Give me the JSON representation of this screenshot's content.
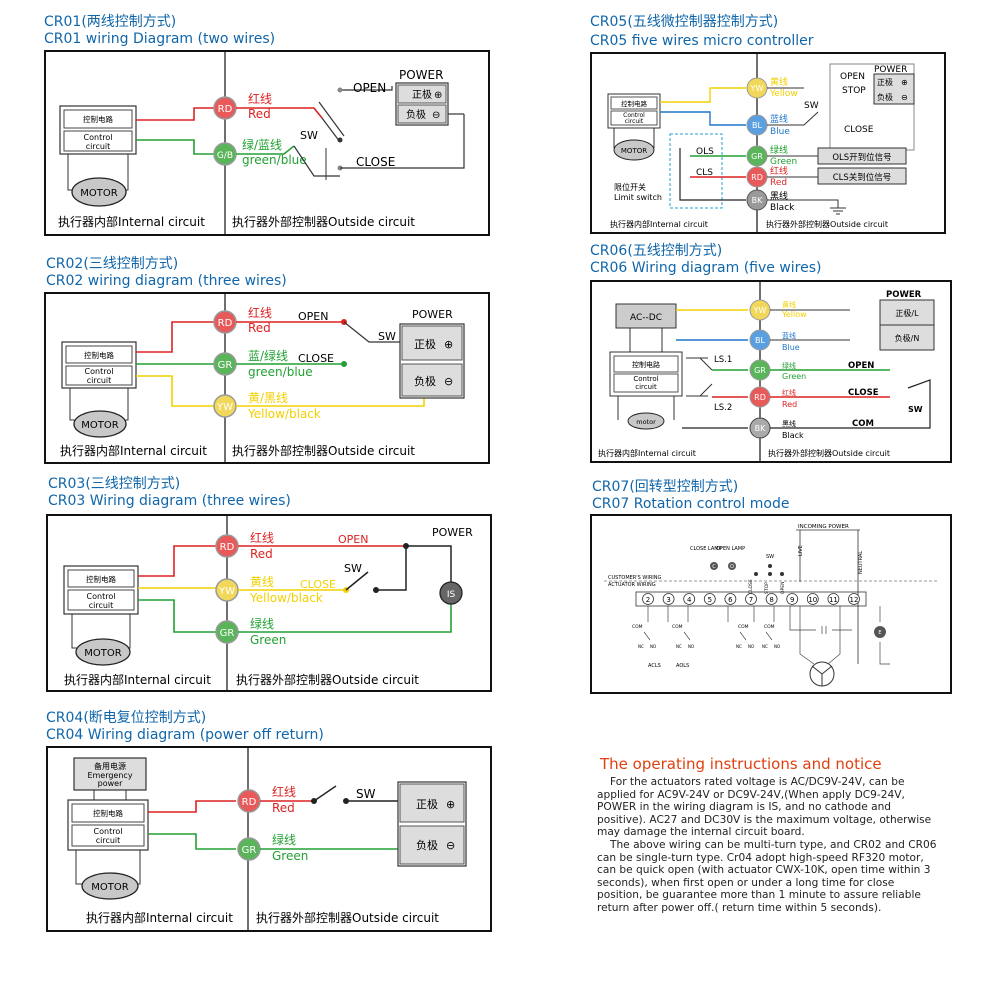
{
  "common": {
    "control_cn": "控制电路",
    "control_en_1": "Control",
    "control_en_2": "circuit",
    "motor_upper": "MOTOR",
    "motor_lower": "motor",
    "internal_cn": "执行器内部",
    "internal_en": "Internal circuit",
    "outside_cn": "执行器外部控制器",
    "outside_en": "Outside circuit",
    "internal_full": "执行器内部Internal circuit",
    "outside_full": "执行器外部控制器Outside circuit",
    "positive": "正极",
    "negative": "负极",
    "power": "POWER",
    "open": "OPEN",
    "close": "CLOSE",
    "sw": "SW",
    "rd": "RD",
    "gr": "GR",
    "yw": "YW",
    "bl": "BL",
    "bk": "BK",
    "gb": "G/B",
    "is": "IS"
  },
  "colors": {
    "title_blue": "#1166aa",
    "red": "#dd2222",
    "green": "#22a033",
    "yellow": "#f2d000",
    "blue": "#2277cc",
    "notice": "#e04010"
  },
  "cr01": {
    "title_cn": "CR01(两线控制方式)",
    "title_en": "CR01 wiring Diagram (two wires)",
    "red_cn": "红线",
    "red_en": "Red",
    "gb_cn": "绿/蓝线",
    "gb_en": "green/blue"
  },
  "cr02": {
    "title_cn": "CR02(三线控制方式)",
    "title_en": "CR02 wiring diagram (three wires)",
    "red_cn": "红线",
    "red_en": "Red",
    "gb_cn": "蓝/绿线",
    "gb_en": "green/blue",
    "yb_cn": "黄/黑线",
    "yb_en": "Yellow/black"
  },
  "cr03": {
    "title_cn": "CR03(三线控制方式)",
    "title_en": "CR03 Wiring diagram (three wires)",
    "red_cn": "红线",
    "red_en": "Red",
    "yb_cn": "黄线",
    "yb_en": "Yellow/black",
    "green_cn": "绿线",
    "green_en": "Green"
  },
  "cr04": {
    "title_cn": "CR04(断电复位控制方式)",
    "title_en": "CR04 Wiring diagram (power off return)",
    "emerg_cn": "备用电源",
    "emerg_en1": "Emergency",
    "emerg_en2": "power",
    "red_cn": "红线",
    "red_en": "Red",
    "green_cn": "绿线",
    "green_en": "Green"
  },
  "cr05": {
    "title_cn": "CR05(五线微控制器控制方式)",
    "title_en": "CR05 five wires micro controller",
    "y_cn": "黄线",
    "y_en": "Yellow",
    "b_cn": "蓝线",
    "b_en": "Blue",
    "g_cn": "绿线",
    "g_en": "Green",
    "r_cn": "红线",
    "r_en": "Red",
    "k_cn": "黑线",
    "k_en": "Black",
    "stop": "STOP",
    "ols": "OLS",
    "cls": "CLS",
    "ols_sig": "OLS开到位信号",
    "cls_sig": "CLS关到位信号",
    "limit_cn": "限位开关",
    "limit_en": "Limit switch"
  },
  "cr06": {
    "title_cn": "CR06(五线控制方式)",
    "title_en": "CR06 Wiring diagram (five wires)",
    "acdc": "AC--DC",
    "pos_l": "正极/L",
    "neg_n": "负极/N",
    "ls1": "LS.1",
    "ls2": "LS.2",
    "y_cn": "黄线",
    "y_en": "Yellow",
    "b_cn": "蓝线",
    "b_en": "Blue",
    "g_cn": "绿线",
    "g_en": "Green",
    "r_cn": "红线",
    "r_en": "Red",
    "k_cn": "黑线",
    "k_en": "Black",
    "com": "COM"
  },
  "cr07": {
    "title_cn": "CR07(回转型控制方式)",
    "title_en": "CR07 Rotation control mode",
    "incoming": "INCOMING POWER",
    "customer": "CUSTOMER'S WIRING",
    "actuator": "ACTUATOR WIRING",
    "close_lamp": "CLOSE LAMP",
    "open_lamp": "OPEN LAMP",
    "live": "LIVE",
    "neutral": "NEUTRAL",
    "sw_close": "CLOSE",
    "sw_stop": "STOP",
    "sw_open": "OPEN",
    "terminals": [
      "2",
      "3",
      "4",
      "5",
      "6",
      "7",
      "8",
      "9",
      "10",
      "11",
      "12"
    ],
    "com": "COM",
    "nc": "NC",
    "no": "NO",
    "acls": "ACLS",
    "aols": "AOLS",
    "c": "C",
    "o": "O",
    "e": "E"
  },
  "notice": {
    "title": "The operating instructions and notice",
    "p1": "For the actuators rated voltage is AC/DC9V-24V, can be applied for AC9V-24V or DC9V-24V,(When apply DC9-24V, POWER in the wiring diagram is IS,  and no cathode and positive). AC27 and DC30V is the maximum voltage, otherwise may damage the internal circuit board.",
    "p2": "The above wiring can be multi-turn type, and CR02 and CR06 can be single-turn type.   Cr04 adopt high-speed RF320 motor, can be quick open (with actuator CWX-10K, open time within 3 seconds), when first open or under a long time for close position, be guarantee more than 1 minute to assure reliable return after power off.( return time within 5 seconds)."
  }
}
